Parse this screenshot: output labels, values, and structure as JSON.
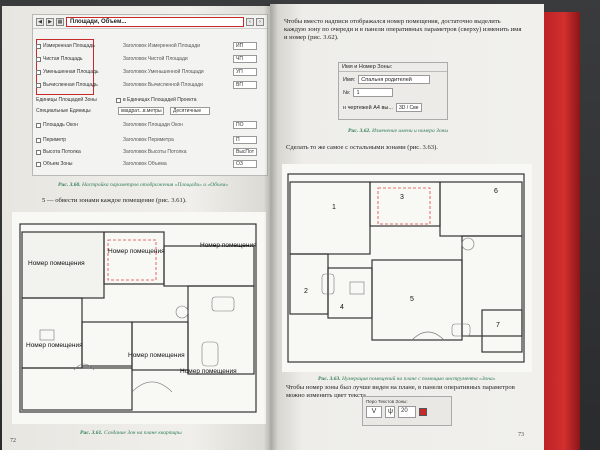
{
  "left_page": {
    "dialog": {
      "title_field": "Площади, Объем...",
      "rows": [
        {
          "label": "Измеренная Площадь",
          "header": "Заголовок Измеренной Площади",
          "value": "ИП"
        },
        {
          "label": "Чистая Площадь",
          "header": "Заголовок Чистой Площади",
          "value": "ЧП"
        },
        {
          "label": "Уменьшенная Площадь",
          "header": "Заголовок Уменьшенной Площади",
          "value": "УП"
        },
        {
          "label": "Вычисленная Площадь",
          "header": "Заголовок Вычисленной Площади",
          "value": "ВП"
        }
      ],
      "units_label": "Единицы Площадей Зоны",
      "units_sub": "в Единицах Площадей Проекта",
      "special_units": "Специальные Единицы",
      "special_sq": "квадрат...в.метры",
      "special_dec": "Десятичные",
      "rows2": [
        {
          "label": "Площадь Окон",
          "header": "Заголовок Площади Окон",
          "value": "ПО"
        },
        {
          "label": "Периметр",
          "header": "Заголовок Периметра",
          "value": "П"
        },
        {
          "label": "Высота Потолка",
          "header": "Заголовок Высоты Потолка",
          "value": "ВысПот"
        },
        {
          "label": "Объем Зоны",
          "header": "Заголовок Объема",
          "value": "ОЗ"
        }
      ]
    },
    "caption_prefix": "Рис. 3.60.",
    "caption_text": "Настройка параметров отображения «Площади» и «Объем»",
    "step_text": "5 — обвести зонами каждое помещение (рис. 3.61).",
    "plan_labels": [
      "Номер помещения",
      "Номер помещения",
      "Номер помещения",
      "Номер помещения",
      "Номер помещения",
      "Номер помещения"
    ],
    "fig_caption_prefix": "Рис. 3.61.",
    "fig_caption_text": "Создание Зон на плане квартиры",
    "page_number": "72"
  },
  "right_page": {
    "para1": [
      "Чтобы вместо надписи отображался номер помещения, достаточно выделить",
      "каждую зону по очереди и в панели оперативных параметров (сверху) изменить имя",
      "и номер (рис. 3.62)."
    ],
    "zone_dialog": {
      "title": "Имя и Номер Зоны:",
      "name_label": "Имя:",
      "name_value": "Спальня родителей",
      "number_label": "№:",
      "number_value": "1",
      "footer": "н чертежей A4 вы...",
      "footer_btn": "3D / Све"
    },
    "caption62_prefix": "Рис. 3.62.",
    "caption62_text": "Изменение имени и номера Зоны",
    "para2": "Сделать то же самое с остальными зонами (рис. 3.63).",
    "zone_numbers": [
      "1",
      "2",
      "3",
      "4",
      "5",
      "6",
      "7"
    ],
    "caption63_prefix": "Рис. 3.63.",
    "caption63_text": "Нумерация помещений на плане с помощью инструмента «Зона»",
    "para3": [
      "Чтобы номер зоны был лучше виден на плане, в панели оперативных параметров",
      "можно изменить цвет текста."
    ],
    "tool_title": "Перо Текстов Зоны:",
    "tool_value": "20",
    "page_number": "73"
  },
  "colors": {
    "caption": "#2e7d55",
    "highlight": "#c72a2a",
    "cover": "#c42a2a"
  }
}
